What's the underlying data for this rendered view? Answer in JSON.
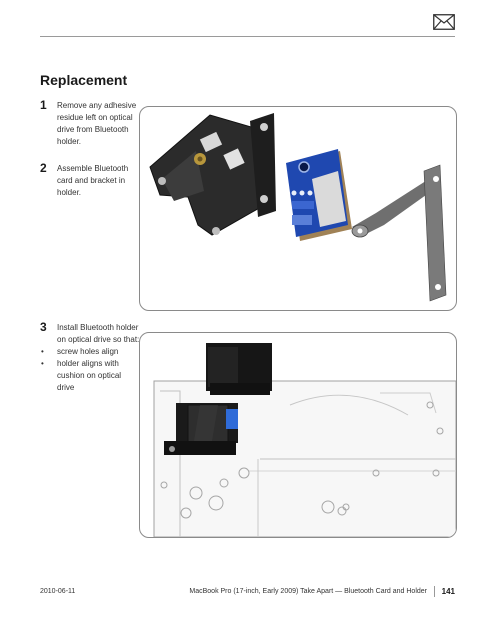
{
  "header": {
    "icon": "mail-icon"
  },
  "section": {
    "title": "Replacement"
  },
  "steps": [
    {
      "number": "1",
      "text": "Remove any adhesive residue left on optical drive from Bluetooth holder."
    },
    {
      "number": "2",
      "text": "Assemble Bluetooth card and bracket in holder."
    },
    {
      "number": "3",
      "text": "Install Bluetooth holder on optical drive so that:",
      "bullets": [
        "screw holes align",
        "holder aligns with cushion on optical drive"
      ]
    }
  ],
  "footer": {
    "date": "2010-06-11",
    "title": "MacBook Pro (17-inch, Early 2009) Take Apart — Bluetooth Card and Holder",
    "page": "141"
  }
}
